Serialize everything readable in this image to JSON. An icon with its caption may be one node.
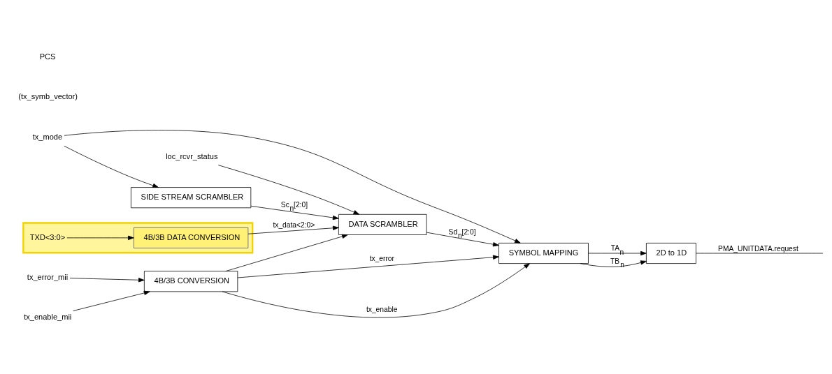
{
  "diagram": {
    "nodes": [
      {
        "text": [
          "tx_enable_mii"
        ]
      },
      {
        "text": [
          "tx_error_mii"
        ]
      },
      {
        "text": [
          "4B/3B CONVERSION"
        ]
      },
      {
        "text": [
          "SYMBOL MAPPING"
        ]
      },
      {
        "text": [
          "2D to 1D"
        ]
      },
      {
        "text": [
          "loc_rcvr_status"
        ]
      },
      {
        "text": [
          "DATA SCRAMBLER"
        ]
      },
      {
        "text": [],
        "shape": "box"
      },
      {
        "text": [
          "TXD<3:0>"
        ],
        "in": 7
      },
      {
        "text": [
          "4B/3B DATA CONVERSION"
        ],
        "in": 7
      },
      {
        "text": [
          "tx_mode"
        ]
      },
      {
        "text": [
          "SIDE STREAM SCRAMBLER"
        ]
      }
    ],
    "edges": [
      {
        "from": 0,
        "to": 2,
        "arrow": "to"
      },
      {
        "from": 1,
        "to": 2,
        "arrow": "to"
      },
      {
        "from": 2,
        "to": 3,
        "arrow": "to",
        "label": "tx_enable"
      },
      {
        "from": 2,
        "to": 3,
        "arrow": "to",
        "label": "tx_error"
      },
      {
        "from": 2,
        "to": 6,
        "arrow": "to"
      },
      {
        "from": 3,
        "to": 4,
        "arrow": "to",
        "label": "TA$_{n}$"
      },
      {
        "from": 3,
        "to": 4,
        "arrow": "to",
        "label": "TB$_{n}$"
      },
      {
        "from": 4,
        "to": null,
        "arrow": "none",
        "label": "PMA_UNITDATA.request"
      },
      {
        "from": 5,
        "to": 6,
        "arrow": "to"
      },
      {
        "from": 8,
        "to": 9,
        "arrow": "to"
      },
      {
        "from": 9,
        "to": 6,
        "arrow": "to",
        "label": "tx_data<2:0>"
      },
      {
        "from": 6,
        "to": 3,
        "arrow": "to",
        "label": "Sd$_{n}$[2:0]"
      },
      {
        "from": 10,
        "to": 11,
        "arrow": "to"
      },
      {
        "from": 10,
        "to": 3,
        "arrow": "to"
      },
      {
        "from": 11,
        "to": 6,
        "arrow": "to",
        "label": "Sc$_{n}$[2:0]"
      }
    ],
    "labels": [
      "(tx_symb_vector)",
      "PCS"
    ]
  }
}
